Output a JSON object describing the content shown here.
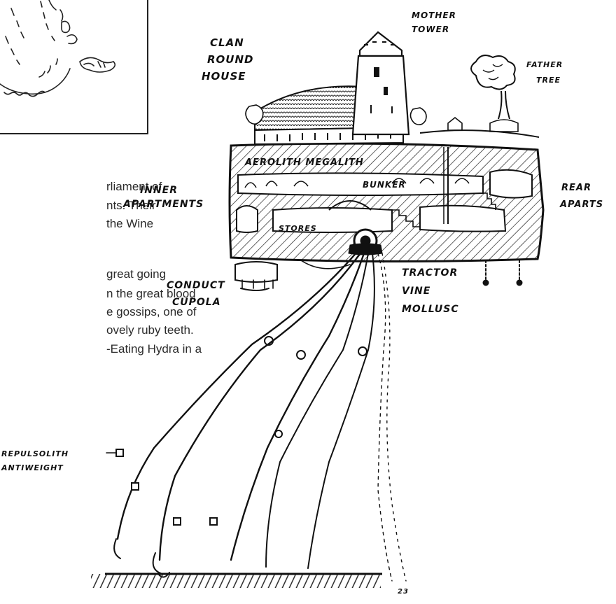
{
  "inset_map": {
    "description_icon": "hand-drawn-map-icon"
  },
  "body_text": {
    "lines": [
      "rliament of",
      "nts. Their",
      "the Wine",
      "great going",
      "n the great blood",
      "e gossips, one of",
      "ovely ruby teeth.",
      "-Eating Hydra in a"
    ]
  },
  "diagram": {
    "labels": {
      "mother_tower": [
        "MOTHER",
        "TOWER"
      ],
      "clan_round_house": [
        "CLAN",
        "ROUND",
        "HOUSE"
      ],
      "father_tree": [
        "FATHER",
        "TREE"
      ],
      "aerolith_megalith": "AEROLITH MEGALITH",
      "bunker": "BUNKER",
      "inner_apartments": [
        "INNER",
        "APARTMENTS"
      ],
      "rear_aparts": [
        "REAR",
        "APARTS"
      ],
      "stores": "STORES",
      "conduct_cupola": [
        "CONDUCT",
        "CUPOLA"
      ],
      "tractor_vine_mollusc": [
        "TRACTOR",
        "VINE",
        "MOLLUSC"
      ],
      "repulsolith_antiweight": [
        "REPULSOLITH",
        "ANTIWEIGHT"
      ],
      "signature": "23"
    }
  }
}
